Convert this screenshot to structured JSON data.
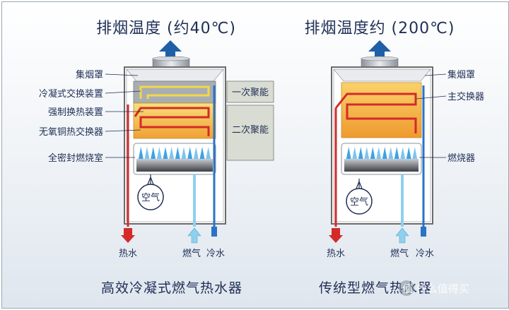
{
  "left": {
    "exhaust_title": "排烟温度 (约40℃)",
    "labels": [
      "集烟罩",
      "冷凝式交换装置",
      "强制换热装置",
      "无氧铜热交换器",
      "全密封燃烧室"
    ],
    "stage_labels": [
      "一次聚能",
      "二次聚能"
    ],
    "air_label": "空气",
    "pipe_labels": [
      "热水",
      "燃气",
      "冷水"
    ],
    "caption": "高效冷凝式燃气热水器"
  },
  "right": {
    "exhaust_title": "排烟温度约 (200℃)",
    "labels": [
      "集烟罩",
      "主交换器",
      "燃烧器"
    ],
    "air_label": "空气",
    "pipe_labels": [
      "热水",
      "燃气",
      "冷水"
    ],
    "caption": "传统型燃气热水器"
  },
  "watermark": "值 什么值得买",
  "colors": {
    "hot": "#d42a2a",
    "cold": "#2a73c8",
    "gas": "#8fd0ee",
    "flame": "#3ea2e6",
    "heat_top": "#f5d35a",
    "heat_mid": "#f0a033",
    "label": "#1f2f55"
  }
}
